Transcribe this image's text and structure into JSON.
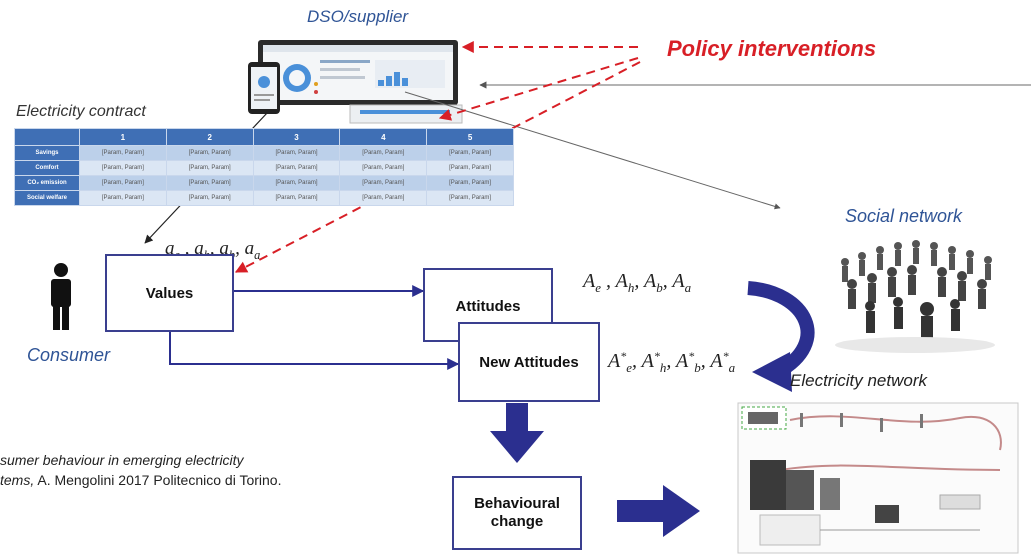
{
  "labels": {
    "dso": "DSO/supplier",
    "policy": "Policy interventions",
    "contract_title": "Electricity contract",
    "social": "Social network",
    "consumer": "Consumer",
    "electricity_network": "Electricity network"
  },
  "boxes": {
    "values": "Values",
    "attitudes": "Attitudes",
    "new_attitudes": "New Attitudes",
    "behavioural": "Behavioural change"
  },
  "math": {
    "weights": "a_e , a_h, a_b, a_a",
    "attitudes": "A_e , A_h, A_b, A_a",
    "new_attitudes": "A*_e, A*_h, A*_b, A*_a"
  },
  "contract": {
    "columns": [
      "1",
      "2",
      "3",
      "4",
      "5"
    ],
    "rows": [
      "Savings",
      "Comfort",
      "CO₂ emission",
      "Social welfare"
    ],
    "cell": "[Param, Param]"
  },
  "citation": {
    "line1": "sumer behaviour in emerging electricity",
    "line2_italic": "tems,",
    "line2_rest": " A. Mengolini 2017 Politecnico di Torino."
  },
  "colors": {
    "arrow_blue": "#2b2f8f",
    "policy_red": "#d81f26",
    "label_blue": "#2f5496",
    "table_header": "#3f6fb5"
  }
}
